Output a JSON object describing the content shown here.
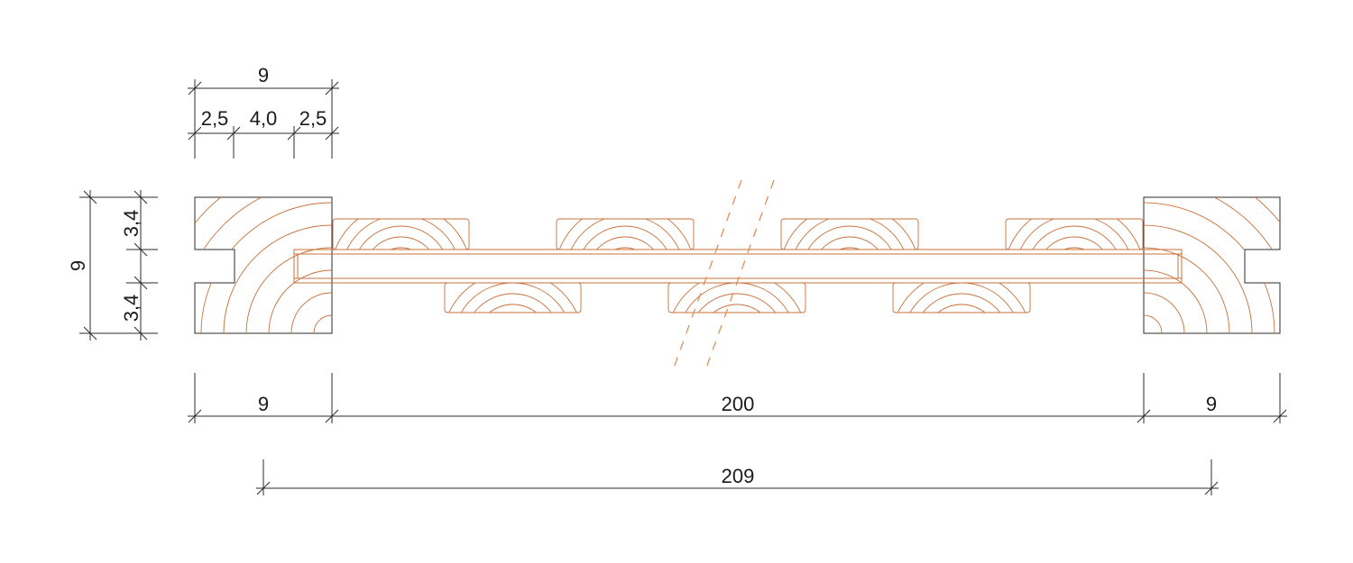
{
  "dimensions": {
    "top_total": "9",
    "top_left": "2,5",
    "top_middle": "4,0",
    "top_right": "2,5",
    "left_total": "9",
    "left_upper": "3,4",
    "left_lower": "3,4",
    "bottom_left": "9",
    "bottom_middle": "200",
    "bottom_right": "9",
    "overall": "209"
  },
  "colors": {
    "wood_line": "#c8703a",
    "dimension_line": "#2b2b2b"
  }
}
